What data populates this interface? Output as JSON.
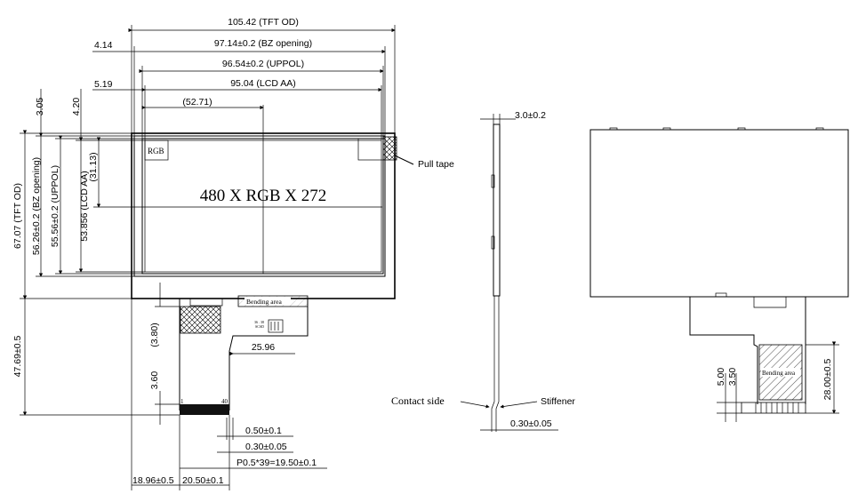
{
  "colors": {
    "ink": "#000000",
    "background": "#ffffff"
  },
  "front_view": {
    "resolution_label": "480 X RGB X 272",
    "rgb_label": "RGB",
    "pull_tape_label": "Pull tape",
    "bending_area_label": "Bending area",
    "pin_first": "1",
    "pin_last": "40",
    "tiny_mark": "36 . 38\nSCSD",
    "dims_horizontal": {
      "tft_od": "105.42 (TFT OD)",
      "bz_opening": "97.14±0.2 (BZ opening)",
      "uppol": "96.54±0.2 (UPPOL)",
      "lcd_aa": "95.04 (LCD AA)",
      "center": "(52.71)",
      "left_offset_1": "4.14",
      "left_offset_2": "5.19",
      "fpc_width": "25.96",
      "pin_width": "0.50±0.1",
      "pin_thickness": "0.30±0.05",
      "pitch": "P0.5*39=19.50±0.1",
      "fpc_left": "18.96±0.5",
      "connector_width": "20.50±0.1"
    },
    "dims_vertical": {
      "tft_od": "67.07 (TFT OD)",
      "bz_opening": "56.26±0.2 (BZ opening)",
      "uppol": "55.56±0.2 (UPPOL)",
      "lcd_aa": "53.856 (LCD AA)",
      "center": "(31.13)",
      "top_offset_1": "3.05",
      "top_offset_2": "4.20",
      "fpc_length": "47.69±0.5",
      "fpc_gap": "(3.80)",
      "stiffener_len": "3.60"
    }
  },
  "side_view": {
    "thickness": "3.0±0.2",
    "contact_side_label": "Contact side",
    "stiffener_label": "Stiffener",
    "fpc_thickness": "0.30±0.05"
  },
  "back_view": {
    "bending_area_label": "Bending area",
    "tail_length": "28.00±0.5",
    "dim_a": "5.00",
    "dim_b": "3.50"
  }
}
